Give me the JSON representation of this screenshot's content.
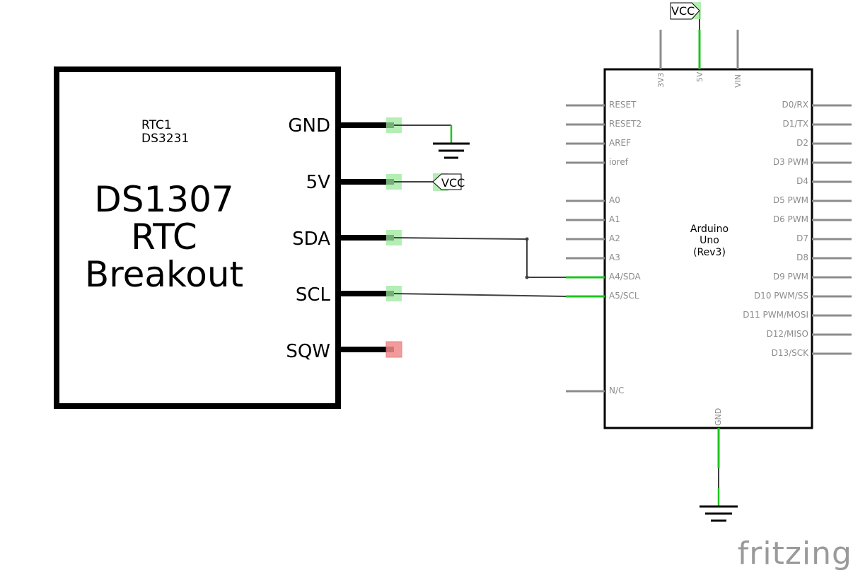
{
  "rtc_module": {
    "ref": "RTC1",
    "part": "DS3231",
    "title_lines": [
      "DS1307",
      "RTC",
      "Breakout"
    ],
    "pins": [
      "GND",
      "5V",
      "SDA",
      "SCL",
      "SQW"
    ]
  },
  "arduino": {
    "title_lines": [
      "Arduino",
      "Uno",
      "(Rev3)"
    ],
    "top_pins": [
      "3V3",
      "5V",
      "VIN"
    ],
    "left_pins": [
      "RESET",
      "RESET2",
      "AREF",
      "ioref",
      "A0",
      "A1",
      "A2",
      "A3",
      "A4/SDA",
      "A5/SCL",
      "N/C"
    ],
    "right_pins": [
      "D0/RX",
      "D1/TX",
      "D2",
      "D3 PWM",
      "D4",
      "D5 PWM",
      "D6 PWM",
      "D7",
      "D8",
      "D9 PWM",
      "D10 PWM/SS",
      "D11 PWM/MOSI",
      "D12/MISO",
      "D13/SCK"
    ],
    "bottom_pin": "GND"
  },
  "power_labels": {
    "vcc_top": "VCC",
    "vcc_rtc": "VCC"
  },
  "watermark": "fritzing",
  "colors": {
    "connected": "#1fc41f",
    "connected_marker": "#9be89b",
    "unconnected_marker": "#f28a8a",
    "wire": "#404040",
    "pin": "#8c8c8c"
  }
}
